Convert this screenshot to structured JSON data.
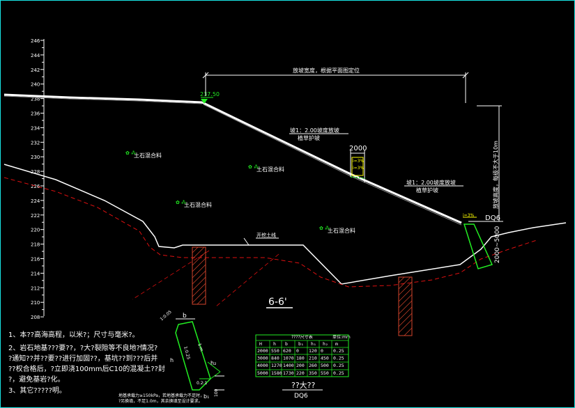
{
  "colors": {
    "background": "#000000",
    "border": "#19e6e6",
    "line": "#ffffff",
    "ground": "#ffffff",
    "dashed": "#e01010",
    "green": "#22ee22",
    "yellow": "#ffff00",
    "pile_hatch": "#d4442b",
    "text": "#ffffff"
  },
  "axis": {
    "ticks": [
      "246",
      "244",
      "242",
      "240",
      "238",
      "236",
      "234",
      "232",
      "230",
      "228",
      "226",
      "224",
      "222",
      "220",
      "218",
      "216",
      "214",
      "212",
      "210",
      "208"
    ]
  },
  "top_dimension_label": "放坡宽度，根据平面图定位",
  "elevation_mark": "237.50",
  "slope_labels": {
    "upper_1": "坡1：2.00坡度放坡",
    "upper_2": "植草护坡",
    "lower_1": "坡1：2.00坡度放坡",
    "lower_2": "植草护坡"
  },
  "berm": {
    "width": "2000",
    "slope_top": "i=3%",
    "slope_bottom": "i=3%"
  },
  "right_label": "放坡高度，每级不大于10m",
  "wall_code": "DQ6",
  "wall_height": "2000~5000",
  "soil_labels": [
    "土石混合料",
    "土石混合料",
    "土石混合料",
    "土石混合料"
  ],
  "retain_label": "开挖土线",
  "section_title": "6-6'",
  "notes": [
    "1、本??高海高程，以米?；尺寸与毫米?。",
    "2、岩石地基???要??，?大?裂隙等不良地?情况?",
    "?通知??并??要??进行加固??，基坑??到???后并",
    "??权合格后，?立即浇100mm后C10的混凝土??封",
    "?，避免基岩?化。",
    "3、其它?????明。"
  ],
  "wall_section": {
    "b": "b",
    "b1": "b₁",
    "h": "h",
    "h2": "h₂",
    "top_slope": "1:0.05",
    "face_slope": "1:0.25",
    "back_slope": "1:m",
    "base_slope": "0.2:1",
    "step": "100",
    "foot_note_1": "地基承载力≥150kPa，若地基承载力不足时，",
    "foot_note_2": "?另换填，不足1.0m，其余换填至设计要求。"
  },
  "table": {
    "title": "????尺寸表",
    "unit": "单位:mm",
    "headers": [
      "H",
      "h",
      "b",
      "b₁",
      "h₁",
      "h₂",
      "m"
    ],
    "rows": [
      [
        "2000",
        "550",
        "620",
        "0",
        "120",
        "0",
        "0.25"
      ],
      [
        "3000",
        "840",
        "1070",
        "180",
        "210",
        "450",
        "0.25"
      ],
      [
        "4000",
        "1270",
        "1400",
        "200",
        "260",
        "500",
        "0.25"
      ],
      [
        "5000",
        "1580",
        "1730",
        "220",
        "350",
        "550",
        "0.25"
      ]
    ]
  },
  "wall_title": "??大??",
  "wall_title_code": "DQ6"
}
